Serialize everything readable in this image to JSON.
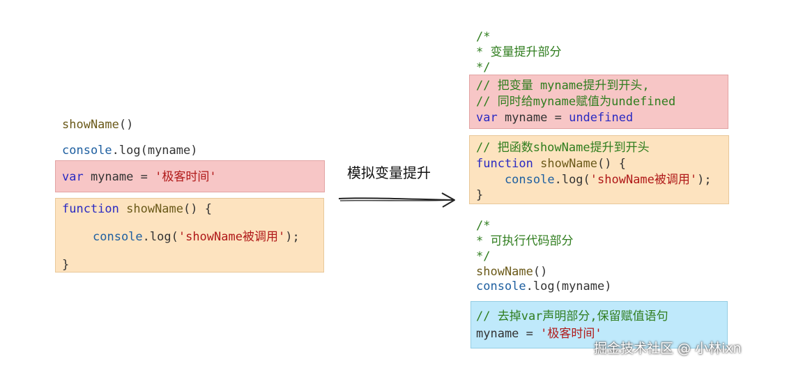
{
  "left": {
    "call_line": {
      "fn": "showName",
      "rest": "()"
    },
    "log_line": {
      "obj": "console",
      "rest": ".log(myname)"
    },
    "var_line": {
      "kw": "var",
      "mid": " myname = ",
      "str": "'极客时间'"
    },
    "func_decl": {
      "kw": "function",
      "name": " showName",
      "rest": "() {"
    },
    "func_body": {
      "obj": "console",
      "rest1": ".log(",
      "str": "'showName被调用'",
      "rest2": ");"
    },
    "func_close": "}"
  },
  "arrow": {
    "label": "模拟变量提升"
  },
  "right": {
    "hoist_comment": {
      "open": "/*",
      "text": "* 变量提升部分",
      "close": "*/"
    },
    "var_box": {
      "comment1": "// 把变量 myname提升到开头,",
      "comment2": "// 同时给myname赋值为undefined",
      "kw": "var",
      "mid": " myname = ",
      "undef": "undefined"
    },
    "func_box": {
      "comment": "// 把函数showName提升到开头",
      "kw": "function",
      "name": " showName",
      "rest": "() {",
      "body_obj": "    console",
      "body_rest1": ".log(",
      "body_str": "'showName被调用'",
      "body_rest2": ");",
      "close": "}"
    },
    "exec_comment": {
      "open": "/*",
      "text": "* 可执行代码部分",
      "close": "*/"
    },
    "exec_call": {
      "fn": "showName",
      "rest": "()"
    },
    "exec_log": {
      "obj": "console",
      "rest": ".log(myname)"
    },
    "assign_box": {
      "comment": "// 去掉var声明部分,保留赋值语句",
      "lhs": "myname = ",
      "str": "'极客时间'"
    }
  },
  "watermark": "掘金技术社区 @ 小林ixn",
  "colors": {
    "pink_box": "#f7c6c6",
    "orange_box": "#fde3bf",
    "blue_box": "#bfe9fb",
    "keyword": "#2a2ac2",
    "string": "#b01919",
    "comment": "#2f7d1e"
  }
}
